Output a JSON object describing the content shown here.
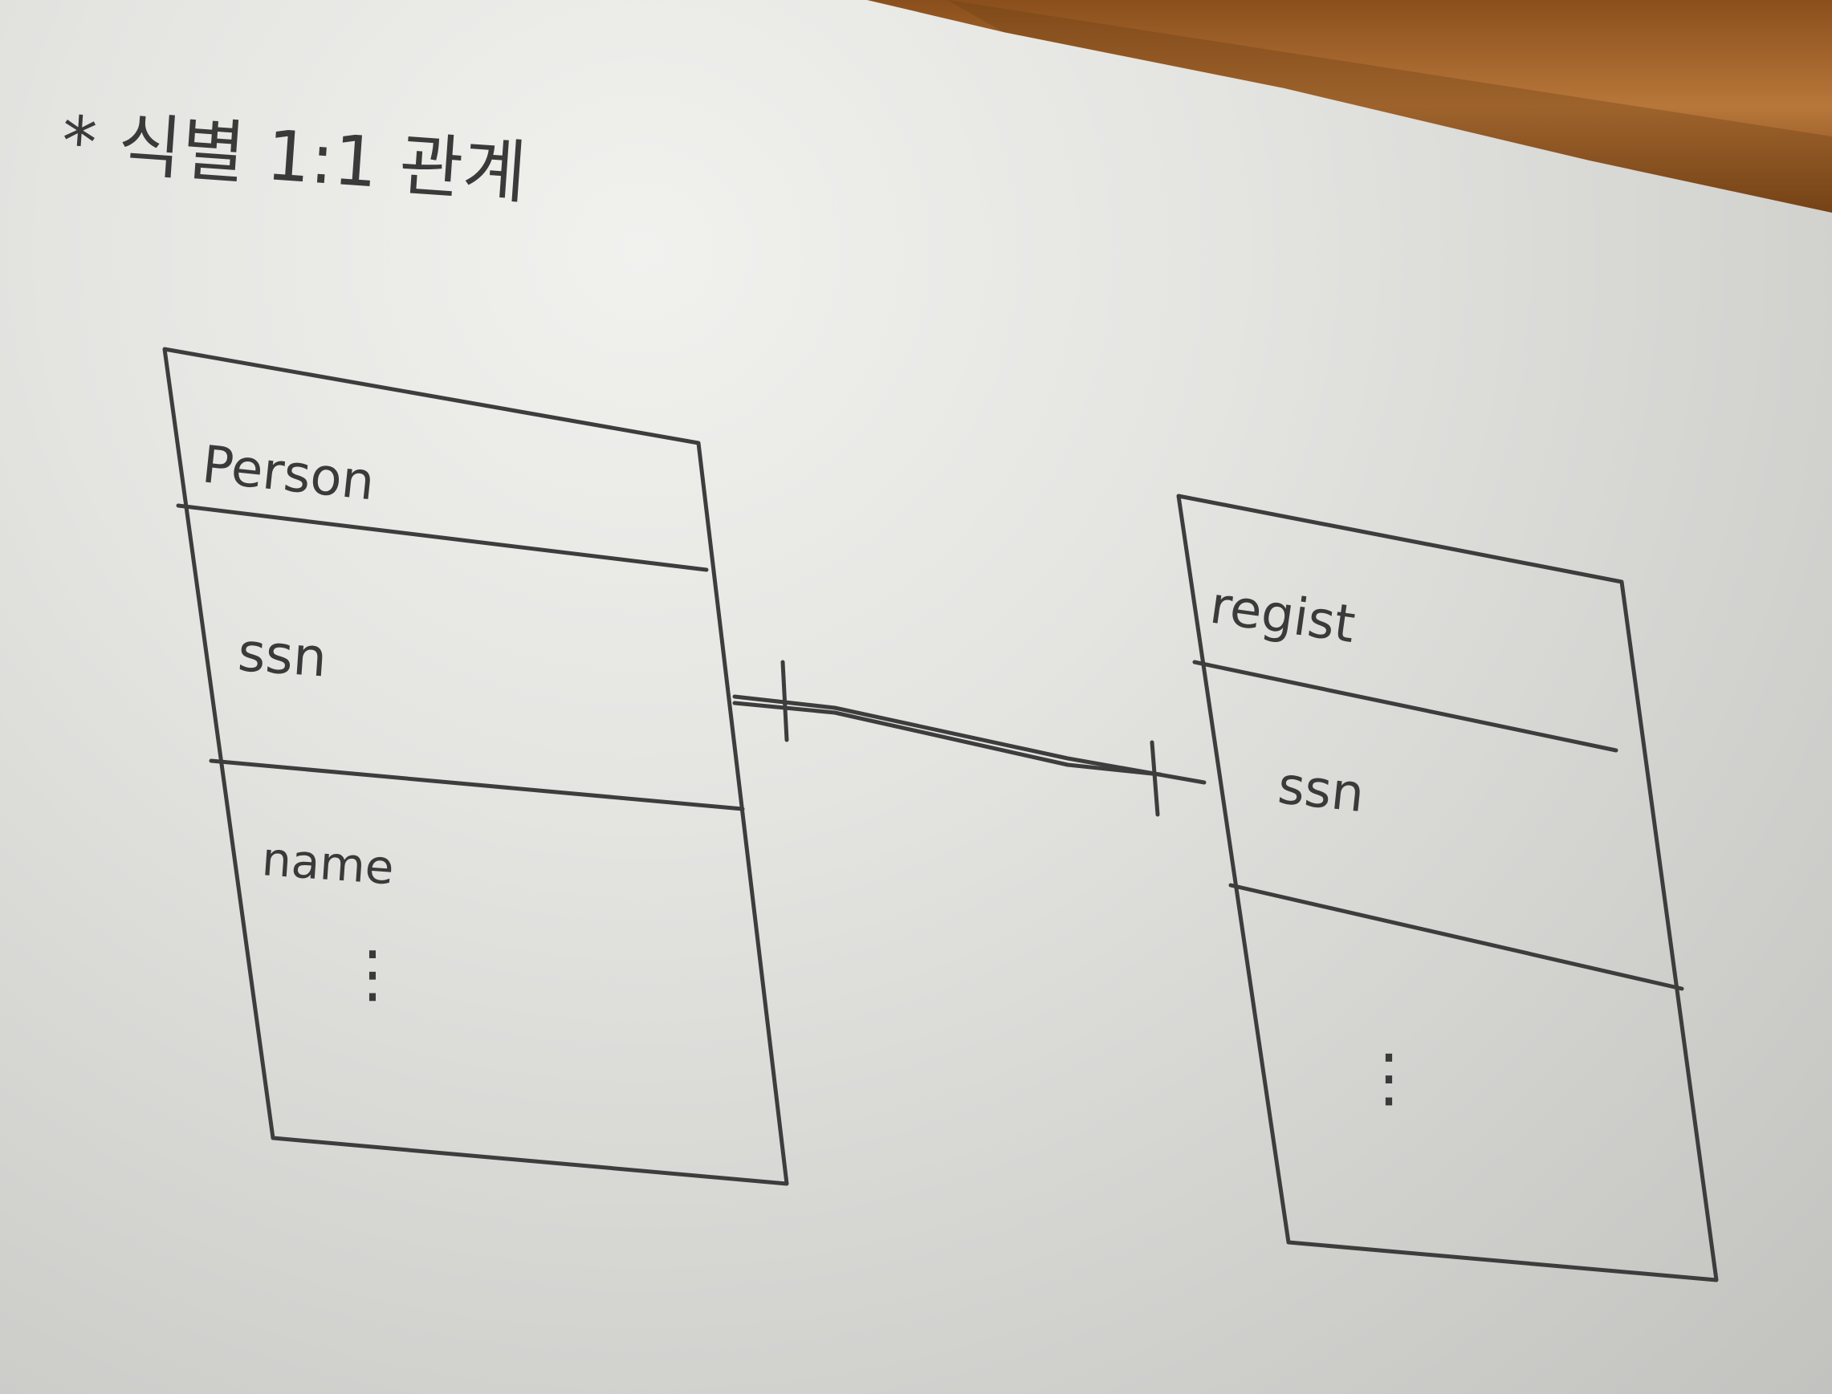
{
  "heading": "* 식별 1:1 관계",
  "entities": [
    {
      "name": "Person",
      "attributes": [
        "ssn",
        "name"
      ],
      "ellipsis": "⋮"
    },
    {
      "name": "regist",
      "attributes": [
        "ssn",
        ""
      ],
      "ellipsis": "⋮"
    }
  ],
  "relationship": {
    "from": "Person",
    "to": "regist",
    "from_cardinality": "one",
    "to_cardinality": "one"
  },
  "colors": {
    "ink": "#3d3d3d",
    "board": "#e4e4e1",
    "frame_wood": "#b0702e"
  }
}
